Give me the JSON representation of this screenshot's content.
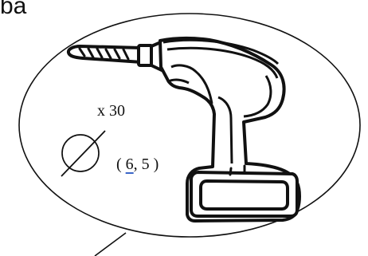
{
  "page_fragment": {
    "text": "ba"
  },
  "callout": {
    "count_text": "x 30",
    "coordinate": {
      "open": "(",
      "first": "6",
      "separator": ",",
      "second": " 5 )"
    }
  },
  "icons": {
    "diameter_symbol": "diameter-symbol-icon",
    "drill": "cordless-drill-icon"
  },
  "colors": {
    "line": "#111111",
    "underline": "#3b66c7",
    "background": "#ffffff"
  }
}
